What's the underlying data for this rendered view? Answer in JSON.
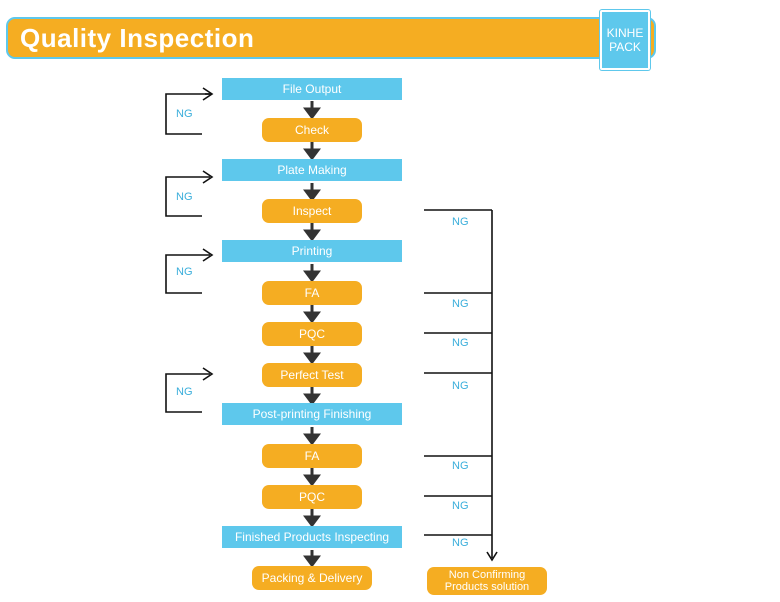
{
  "header": {
    "title": "Quality Inspection"
  },
  "logo": {
    "line1": "KINHE",
    "line2": "PACK"
  },
  "steps": {
    "file_output": "File Output",
    "check": "Check",
    "plate_making": "Plate Making",
    "inspect": "Inspect",
    "printing": "Printing",
    "fa1": "FA",
    "pqc1": "PQC",
    "perfect_test": "Perfect Test",
    "post_printing": "Post-printing Finishing",
    "fa2": "FA",
    "pqc2": "PQC",
    "finished_inspecting": "Finished Products Inspecting",
    "packing": "Packing & Delivery"
  },
  "ng_label": "NG",
  "non_confirming": {
    "line1": "Non Confirming",
    "line2": "Products solution"
  },
  "colors": {
    "orange": "#f5ad22",
    "blue": "#5ec8ec",
    "ng_text": "#3aaedb"
  }
}
